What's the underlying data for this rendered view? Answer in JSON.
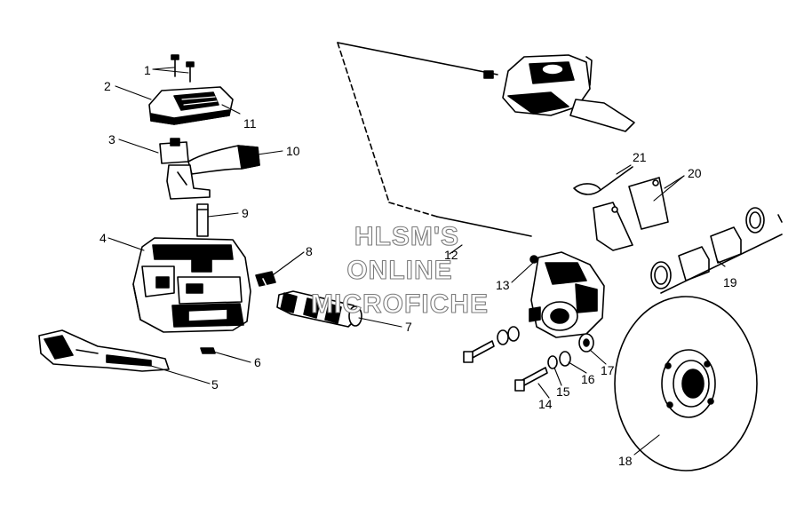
{
  "parts": [
    {
      "label": "1"
    },
    {
      "label": "2"
    },
    {
      "label": "3"
    },
    {
      "label": "4"
    },
    {
      "label": "5"
    },
    {
      "label": "6"
    },
    {
      "label": "7"
    },
    {
      "label": "8"
    },
    {
      "label": "9"
    },
    {
      "label": "10"
    },
    {
      "label": "11"
    },
    {
      "label": "12"
    },
    {
      "label": "13"
    },
    {
      "label": "14"
    },
    {
      "label": "15"
    },
    {
      "label": "16"
    },
    {
      "label": "17"
    },
    {
      "label": "18"
    },
    {
      "label": "19"
    },
    {
      "label": "20"
    },
    {
      "label": "21"
    }
  ],
  "watermark": {
    "line1": "HLSM'S",
    "line2": "ONLINE",
    "line3": "MICROFICHE"
  },
  "colors": {
    "ink": "#000000",
    "background": "#ffffff",
    "watermark_outline": "#7a7a7a"
  }
}
